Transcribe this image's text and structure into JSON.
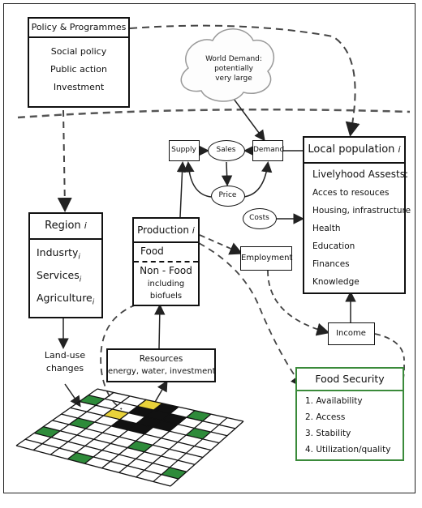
{
  "policy": {
    "title": "Policy & Programmes",
    "items": [
      "Social policy",
      "Public action",
      "Investment"
    ]
  },
  "world_demand": {
    "lines": [
      "World Demand:",
      "potentially",
      "very large"
    ]
  },
  "market": {
    "supply": "Supply",
    "sales": "Sales",
    "demand": "Demand",
    "price": "Price",
    "costs": "Costs"
  },
  "local_population": {
    "title": "Local population",
    "subscript": "i",
    "subtitle": "Livelyhood Assests:",
    "items": [
      "Acces to resouces",
      "Housing, infrastructure",
      "Health",
      "Education",
      "Finances",
      "Knowledge"
    ]
  },
  "region": {
    "title": "Region",
    "subscript": "i",
    "items": [
      {
        "label": "Indusrty",
        "sub": "i"
      },
      {
        "label": "Services",
        "sub": "i"
      },
      {
        "label": "Agriculture",
        "sub": "i"
      }
    ]
  },
  "production": {
    "title": "Production",
    "subscript": "i",
    "food": "Food",
    "nonfood": "Non - Food",
    "including": "including",
    "biofuels": "biofuels"
  },
  "employment": "Employment",
  "income": "Income",
  "resources": {
    "title": "Resources",
    "sub": "energy, water, investment"
  },
  "land_use": [
    "Land-use",
    "changes"
  ],
  "food_security": {
    "title": "Food Security",
    "items": [
      "1. Availability",
      "2. Access",
      "3. Stability",
      "4. Utilization/quality"
    ]
  },
  "colors": {
    "line": "#222222",
    "food_security_border": "#3a8a3a",
    "grid_green": "#2e8b3a",
    "grid_black": "#111111",
    "grid_yellow": "#e8d23a"
  }
}
